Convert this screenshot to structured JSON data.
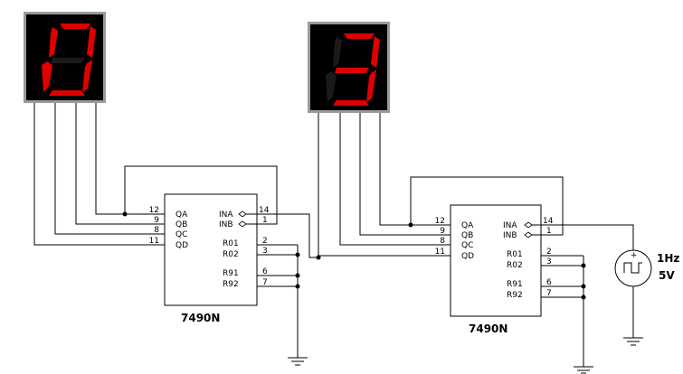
{
  "colors": {
    "segment_on": "#e00000",
    "segment_off": "#1a1a1a",
    "display_body": "#000000",
    "display_frame": "#9a9a9a",
    "wire": "#000000",
    "background": "#ffffff"
  },
  "displays": [
    {
      "digit": "0"
    },
    {
      "digit": "3"
    }
  ],
  "counters": [
    {
      "name": "7490N",
      "outputs": [
        {
          "label": "QA",
          "pin": "12"
        },
        {
          "label": "QB",
          "pin": "9"
        },
        {
          "label": "QC",
          "pin": "8"
        },
        {
          "label": "QD",
          "pin": "11"
        }
      ],
      "inputs": [
        {
          "label": "INA",
          "pin": "14"
        },
        {
          "label": "INB",
          "pin": "1"
        },
        {
          "label": "R01",
          "pin": "2"
        },
        {
          "label": "R02",
          "pin": "3"
        },
        {
          "label": "R91",
          "pin": "6"
        },
        {
          "label": "R92",
          "pin": "7"
        }
      ]
    },
    {
      "name": "7490N",
      "outputs": [
        {
          "label": "QA",
          "pin": "12"
        },
        {
          "label": "QB",
          "pin": "9"
        },
        {
          "label": "QC",
          "pin": "8"
        },
        {
          "label": "QD",
          "pin": "11"
        }
      ],
      "inputs": [
        {
          "label": "INA",
          "pin": "14"
        },
        {
          "label": "INB",
          "pin": "1"
        },
        {
          "label": "R01",
          "pin": "2"
        },
        {
          "label": "R02",
          "pin": "3"
        },
        {
          "label": "R91",
          "pin": "6"
        },
        {
          "label": "R92",
          "pin": "7"
        }
      ]
    }
  ],
  "clock_source": {
    "frequency": "1Hz",
    "voltage": "5V",
    "icon": "square-wave-icon"
  }
}
